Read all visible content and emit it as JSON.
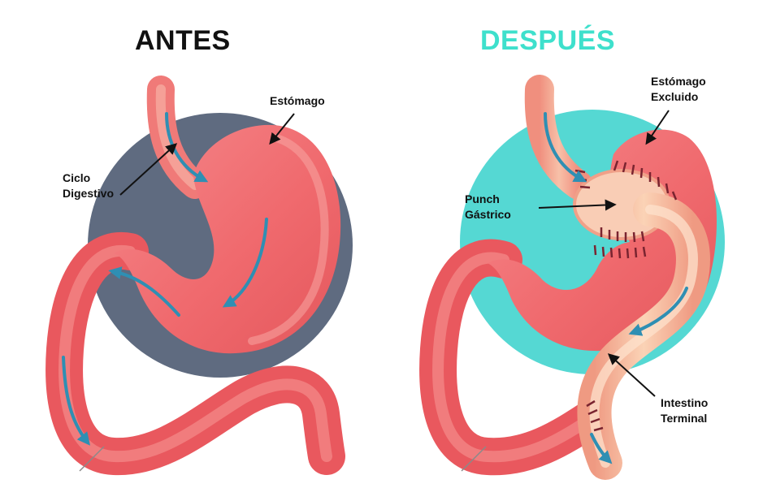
{
  "colors": {
    "before_heading": "#111111",
    "after_heading": "#3ee0cc",
    "before_circle": "#5f6b80",
    "after_circle": "#55d8d3",
    "stomach": "#f06a6e",
    "esophagus": "#f4a994",
    "flow_arrow": "#2f8fb3",
    "staples": "#7a2430"
  },
  "before": {
    "heading": "ANTES",
    "label_stomach": "Estómago",
    "label_cycle": [
      "Ciclo",
      "Digestivo"
    ]
  },
  "after": {
    "heading": "DESPUÉS",
    "label_excluded": [
      "Estómago",
      "Excluido"
    ],
    "label_punch": [
      "Punch",
      "Gástrico"
    ],
    "label_intestine": [
      "Intestino",
      "Terminal"
    ]
  }
}
